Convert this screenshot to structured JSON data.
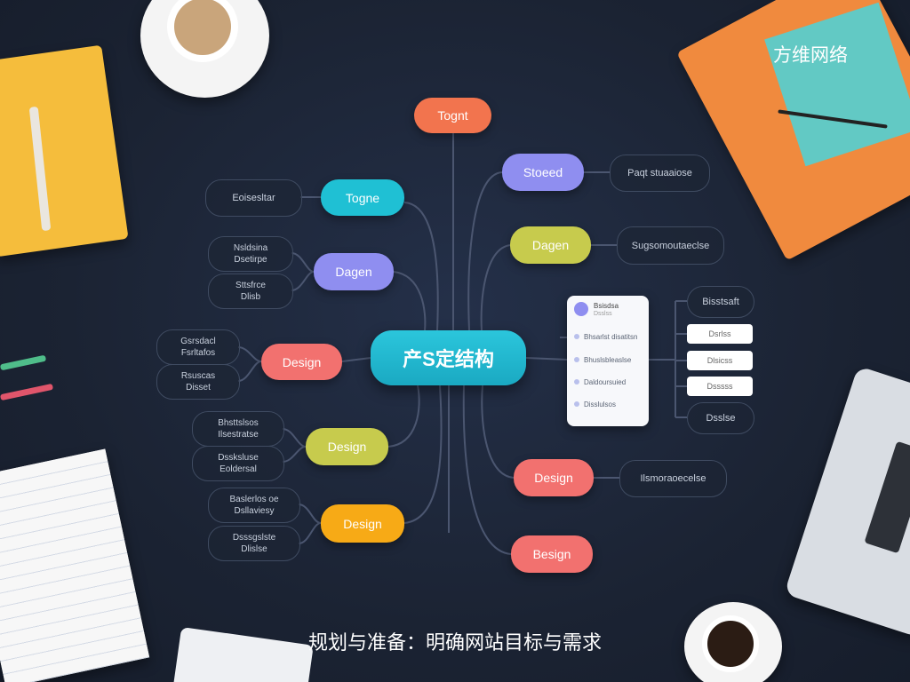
{
  "brand": "方维网络",
  "caption": "规划与准备：明确网站目标与需求",
  "center_label": "产S定结构",
  "nodes": {
    "top": "Tognt",
    "left1": "Togne",
    "left2": "Dagen",
    "left3": "Design",
    "left4": "Design",
    "left5": "Design",
    "right1": "Stoeed",
    "right2": "Dagen",
    "right3": "Design",
    "right4": "Besign"
  },
  "outer_labels": {
    "l1": "Eoisesltar",
    "l2a": [
      "Nsldsina",
      "Dsetirpe"
    ],
    "l2b": [
      "Sttsfrce",
      "Dlisb"
    ],
    "l3a": [
      "Gsrsdacl",
      "Fsrltafos"
    ],
    "l3b": [
      "Rsuscas",
      "Disset"
    ],
    "l4a": [
      "Bhsttslsos",
      "Ilsestratse"
    ],
    "l4b": [
      "Dssksluse",
      "Eoldersal"
    ],
    "l5a": [
      "Baslerlos oe",
      "Dsllaviesy"
    ],
    "l5b": [
      "Dsssgslste",
      "Dlislse"
    ],
    "r1": "Paqt stuaaiose",
    "r2": "Sugsomoutaeclse",
    "r3a": "Bisstsaft",
    "r3b": "Dsslse",
    "r4": "Ilsmoraoecelse"
  },
  "card": {
    "title": "Bsisdsa",
    "subtitle": "Dsslss",
    "rows": [
      "Bhsarlst disatitsn",
      "Bhuslsbleaslse",
      "Daldoursuied",
      "Disslulsos"
    ]
  },
  "white_buttons": [
    "Dsrlss",
    "Dlsicss",
    "Dsssss"
  ],
  "colors": {
    "top": "#f2744e",
    "teal": "#1fc0d4",
    "violet": "#8f8ef0",
    "coral": "#f2716f",
    "olive": "#c7cb4d",
    "amber": "#f7aa16",
    "line": "#4b5670"
  }
}
